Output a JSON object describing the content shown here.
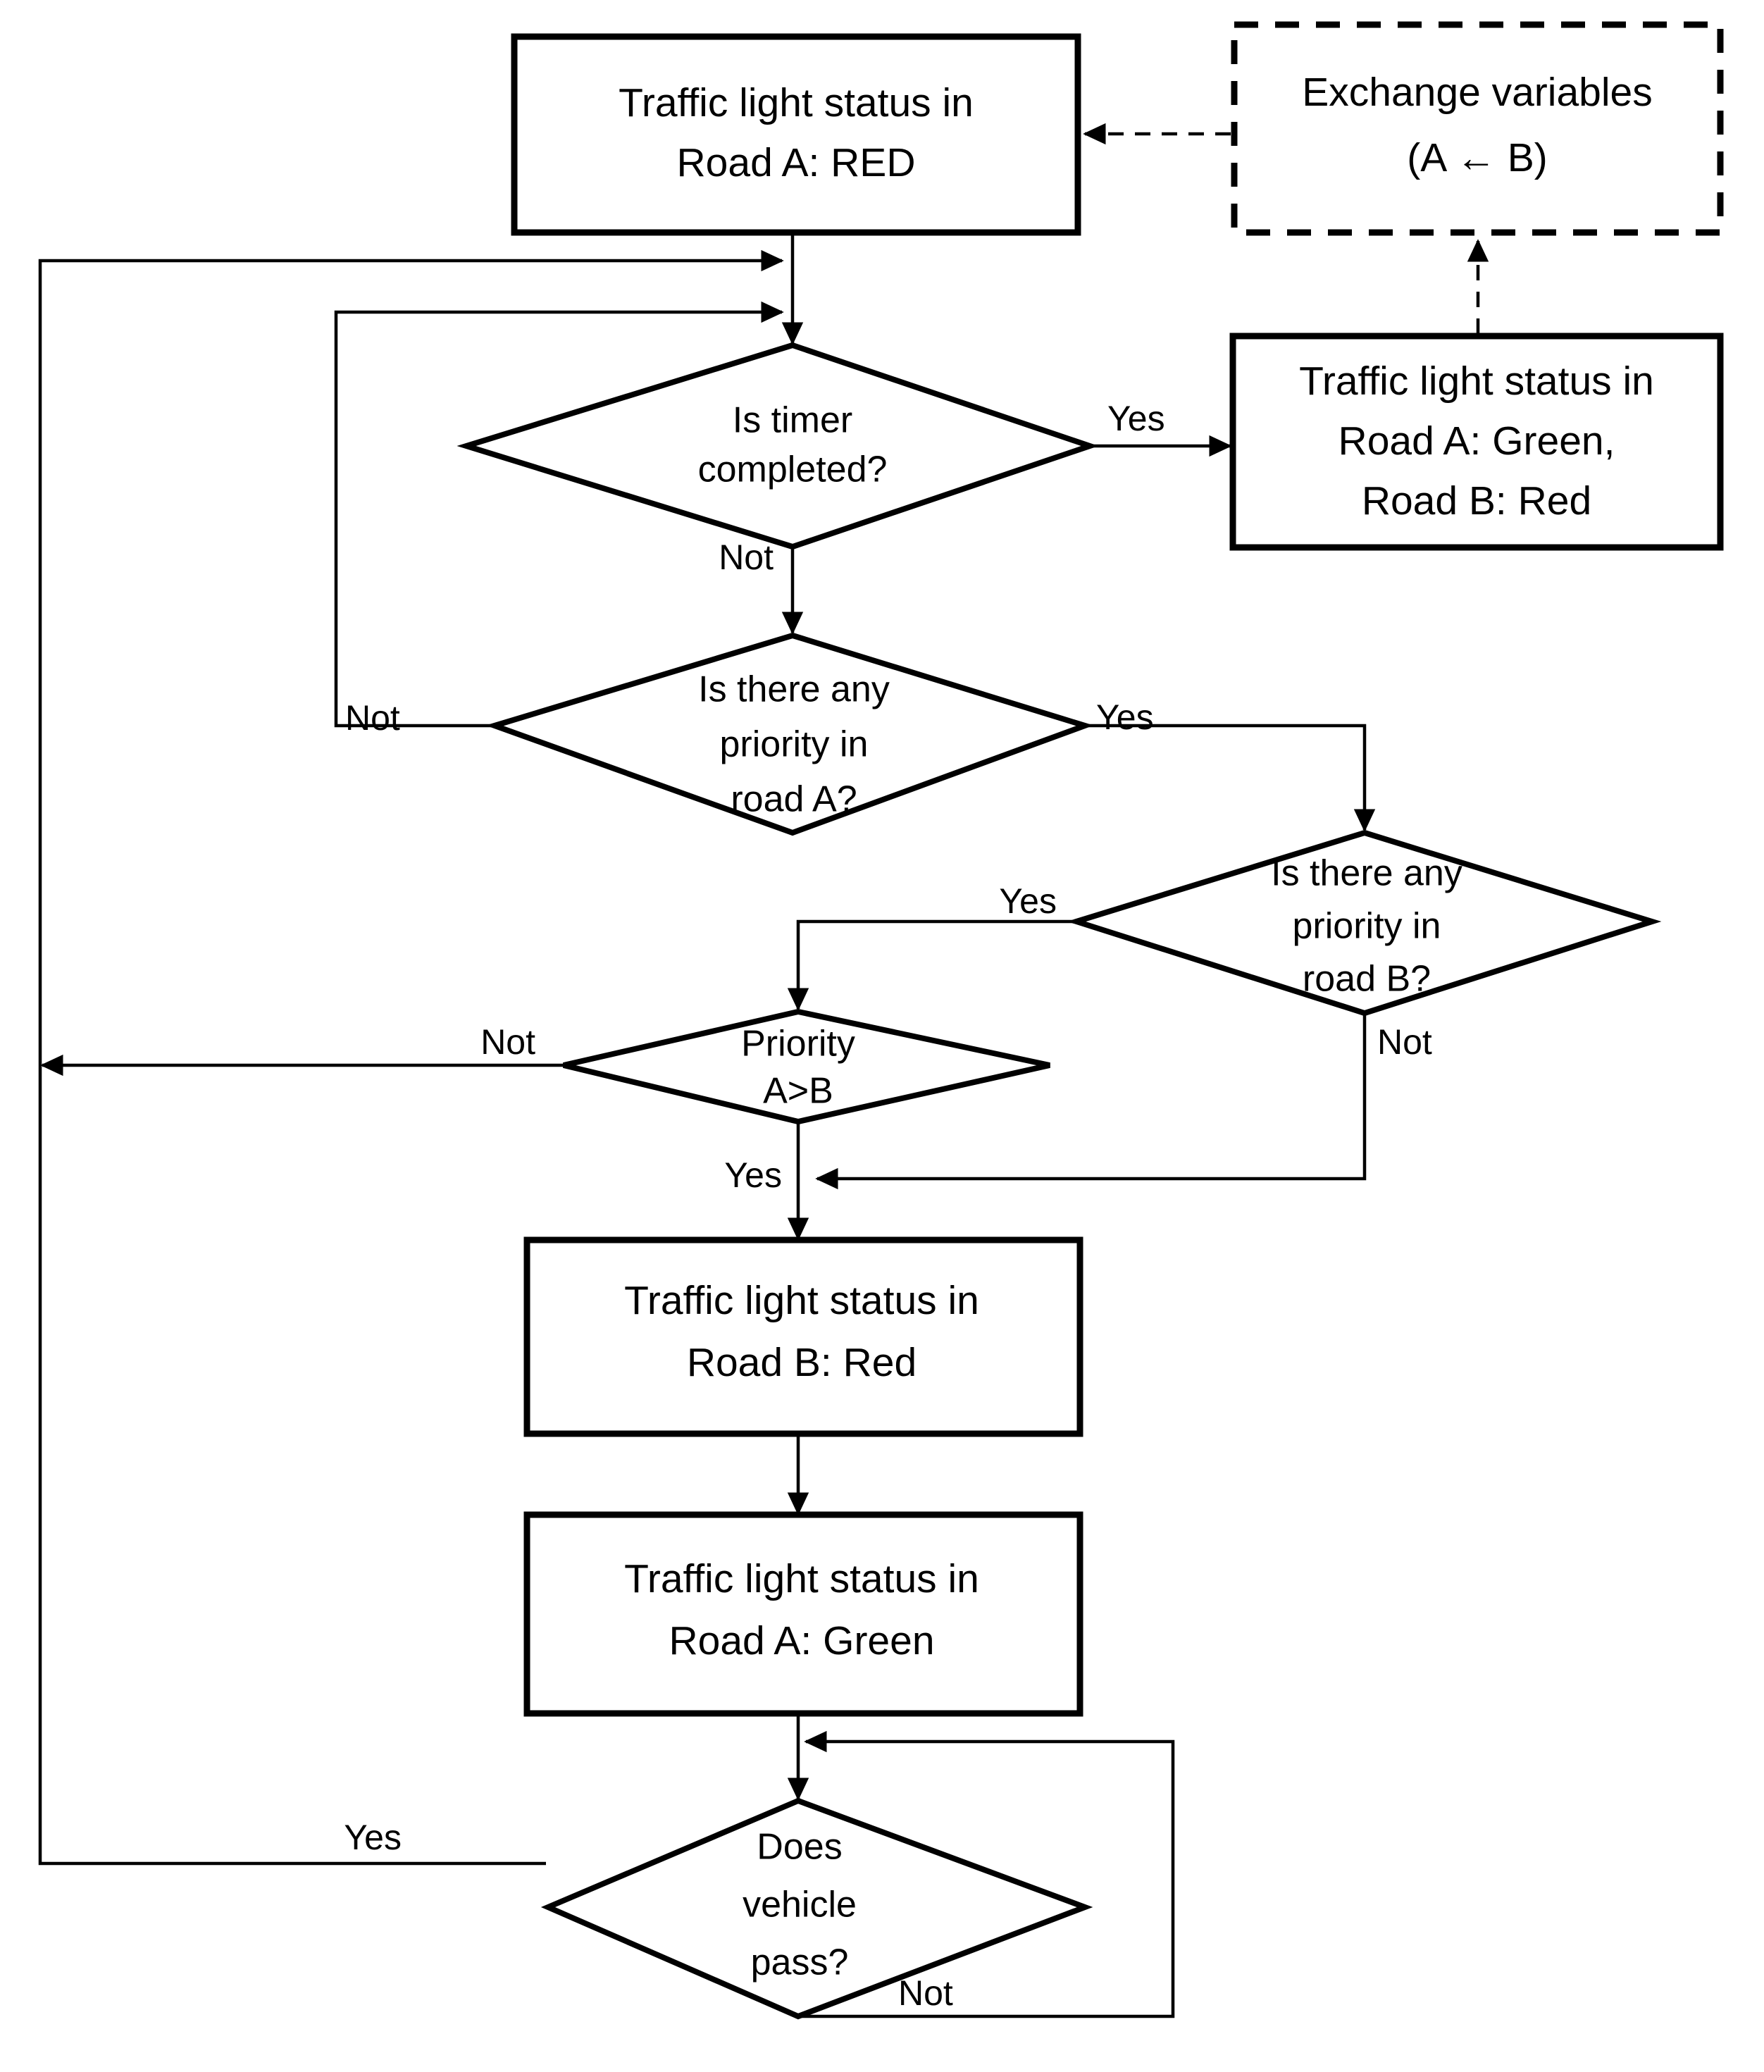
{
  "diagram": {
    "title": "Traffic light control flowchart",
    "colors": {
      "stroke": "#000000",
      "fill": "#ffffff",
      "background": "#ffffff"
    },
    "nodes": {
      "start_red": {
        "shape": "process",
        "line1": "Traffic light status in",
        "line2": "Road A: RED"
      },
      "exchange": {
        "shape": "process-dashed",
        "line1": "Exchange variables",
        "line2": "(A ← B)"
      },
      "timer": {
        "shape": "decision",
        "line1": "Is timer",
        "line2": "completed?"
      },
      "green_red": {
        "shape": "process",
        "line1": "Traffic light status in",
        "line2": "Road A: Green,",
        "line3": "Road B: Red"
      },
      "priority_a": {
        "shape": "decision",
        "line1": "Is there any",
        "line2": "priority in",
        "line3": "road A?"
      },
      "priority_b": {
        "shape": "decision",
        "line1": "Is there any",
        "line2": "priority in",
        "line3": "road B?"
      },
      "priority_cmp": {
        "shape": "decision",
        "line1": "Priority",
        "line2": "A>B"
      },
      "road_b_red": {
        "shape": "process",
        "line1": "Traffic light status in",
        "line2": "Road B: Red"
      },
      "road_a_green": {
        "shape": "process",
        "line1": "Traffic light status in",
        "line2": "Road A: Green"
      },
      "vehicle_pass": {
        "shape": "decision",
        "line1": "Does",
        "line2": "vehicle",
        "line3": "pass?"
      }
    },
    "edge_labels": {
      "timer_yes": "Yes",
      "timer_not": "Not",
      "priority_a_not": "Not",
      "priority_a_yes": "Yes",
      "priority_b_yes": "Yes",
      "priority_b_not": "Not",
      "priority_cmp_not": "Not",
      "priority_cmp_yes": "Yes",
      "vehicle_yes": "Yes",
      "vehicle_not": "Not"
    }
  }
}
